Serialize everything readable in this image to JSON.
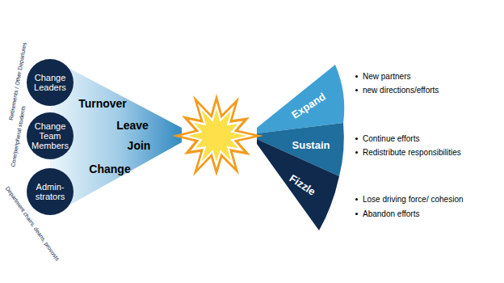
{
  "diagram": {
    "nodes": [
      {
        "text": [
          "Change Leaders"
        ]
      },
      {
        "text": [
          "Change Team Members"
        ]
      },
      {
        "text": [
          "Admin- strators"
        ]
      },
      {
        "text": [
          "Expand"
        ]
      },
      {
        "text": [
          "Sustain"
        ]
      },
      {
        "text": [
          "Fizzle"
        ]
      }
    ],
    "labels": [
      "Retirements / Other Departures",
      "Core/peripheral students",
      "Department chairs, deans, provosts",
      "Turnover",
      "Leave",
      "Join",
      "Change",
      "New partners",
      "new directions/efforts",
      "Continue efforts",
      "Redistribute responsibilities",
      "Lose driving force/ cohesion",
      "Abandon efforts"
    ]
  }
}
